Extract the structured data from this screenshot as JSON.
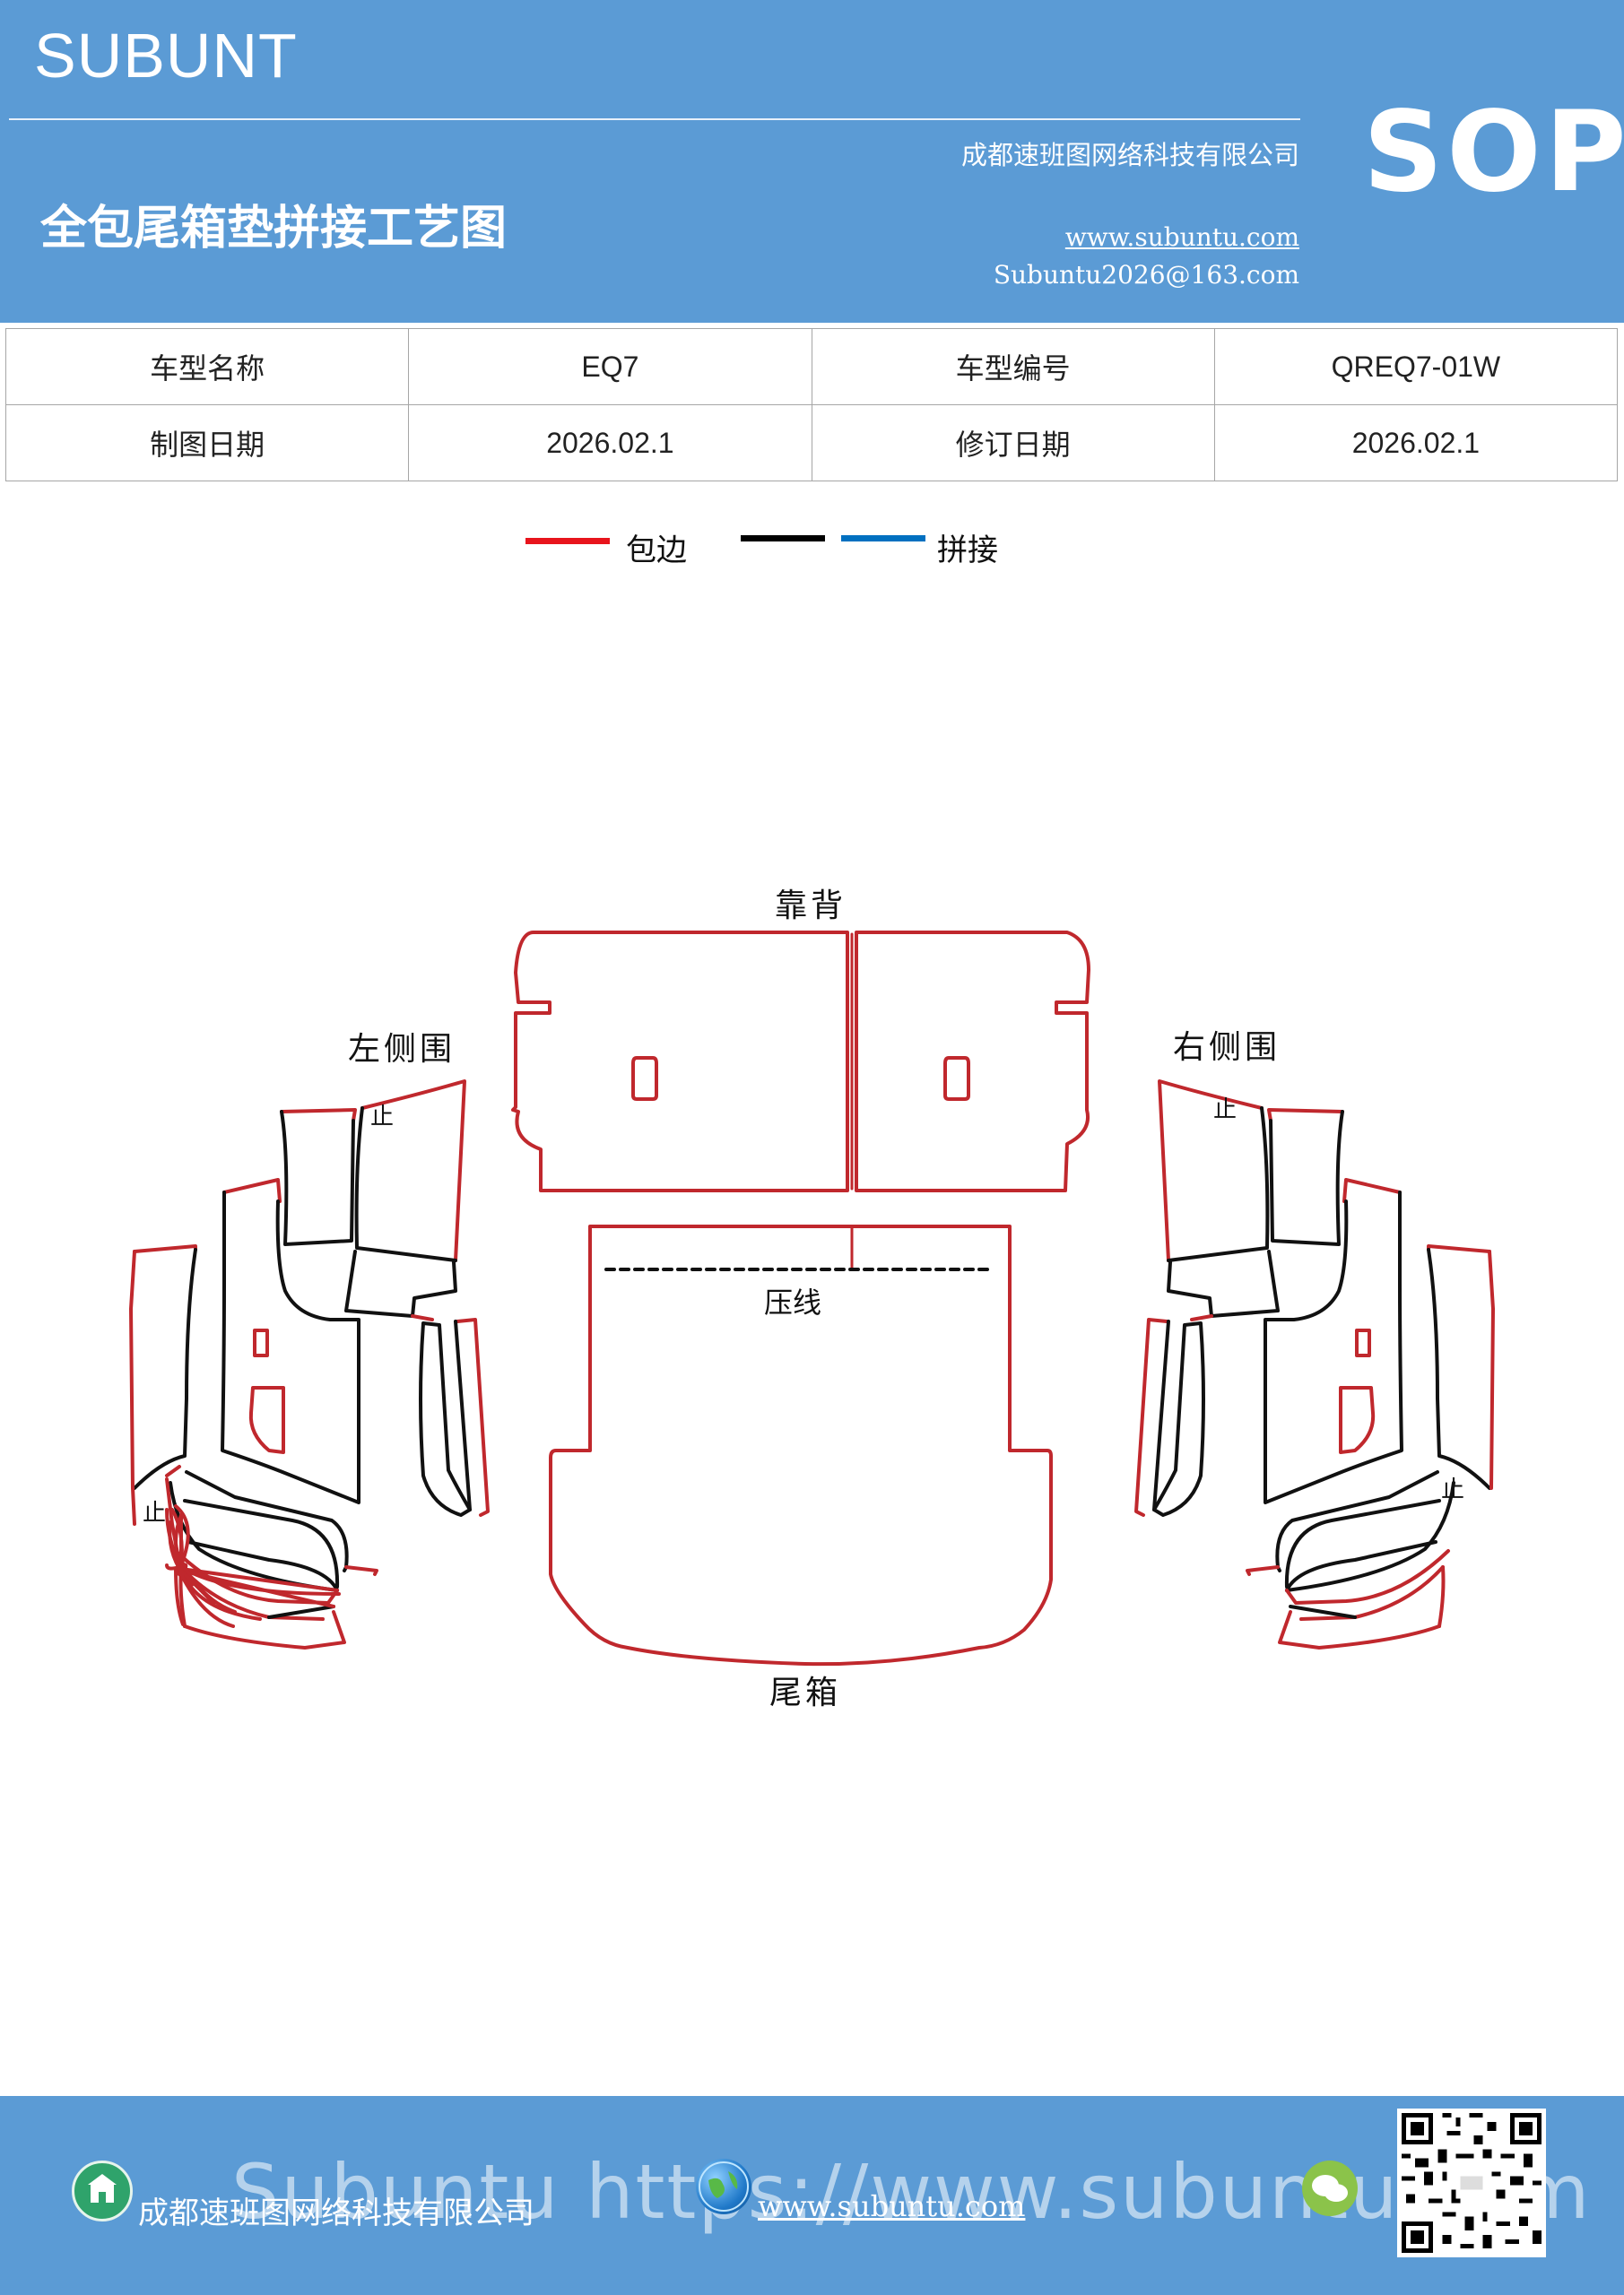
{
  "header": {
    "brand": "SUBUNT",
    "company": "成都速班图网络科技有限公司",
    "title": "全包尾箱垫拼接工艺图",
    "website": "www.subuntu.com",
    "email": "Subuntu2026@163.com",
    "badge": "SOP"
  },
  "info_table": [
    [
      "车型名称",
      "EQ7",
      "车型编号",
      "QREQ7-01W"
    ],
    [
      "制图日期",
      "2026.02.1",
      "修订日期",
      "2026.02.1"
    ]
  ],
  "legend": {
    "items": [
      {
        "label": "包边",
        "color": "#e8141c"
      },
      {
        "label": "",
        "color": "#000000"
      },
      {
        "label": "拼接",
        "color": "#0070c0"
      }
    ]
  },
  "diagram": {
    "labels": {
      "backrest": "靠背",
      "left_side": "左侧围",
      "right_side": "右侧围",
      "crease": "压线",
      "trunk": "尾箱",
      "stop": "止"
    }
  },
  "footer": {
    "company": "成都速班图网络科技有限公司",
    "website": "www.subuntu.com",
    "watermark": "Subuntu https://www.subuntu.com"
  },
  "colors": {
    "header_bg": "#5b9bd5",
    "edge_red": "#c0282d",
    "seam_black": "#111111"
  }
}
